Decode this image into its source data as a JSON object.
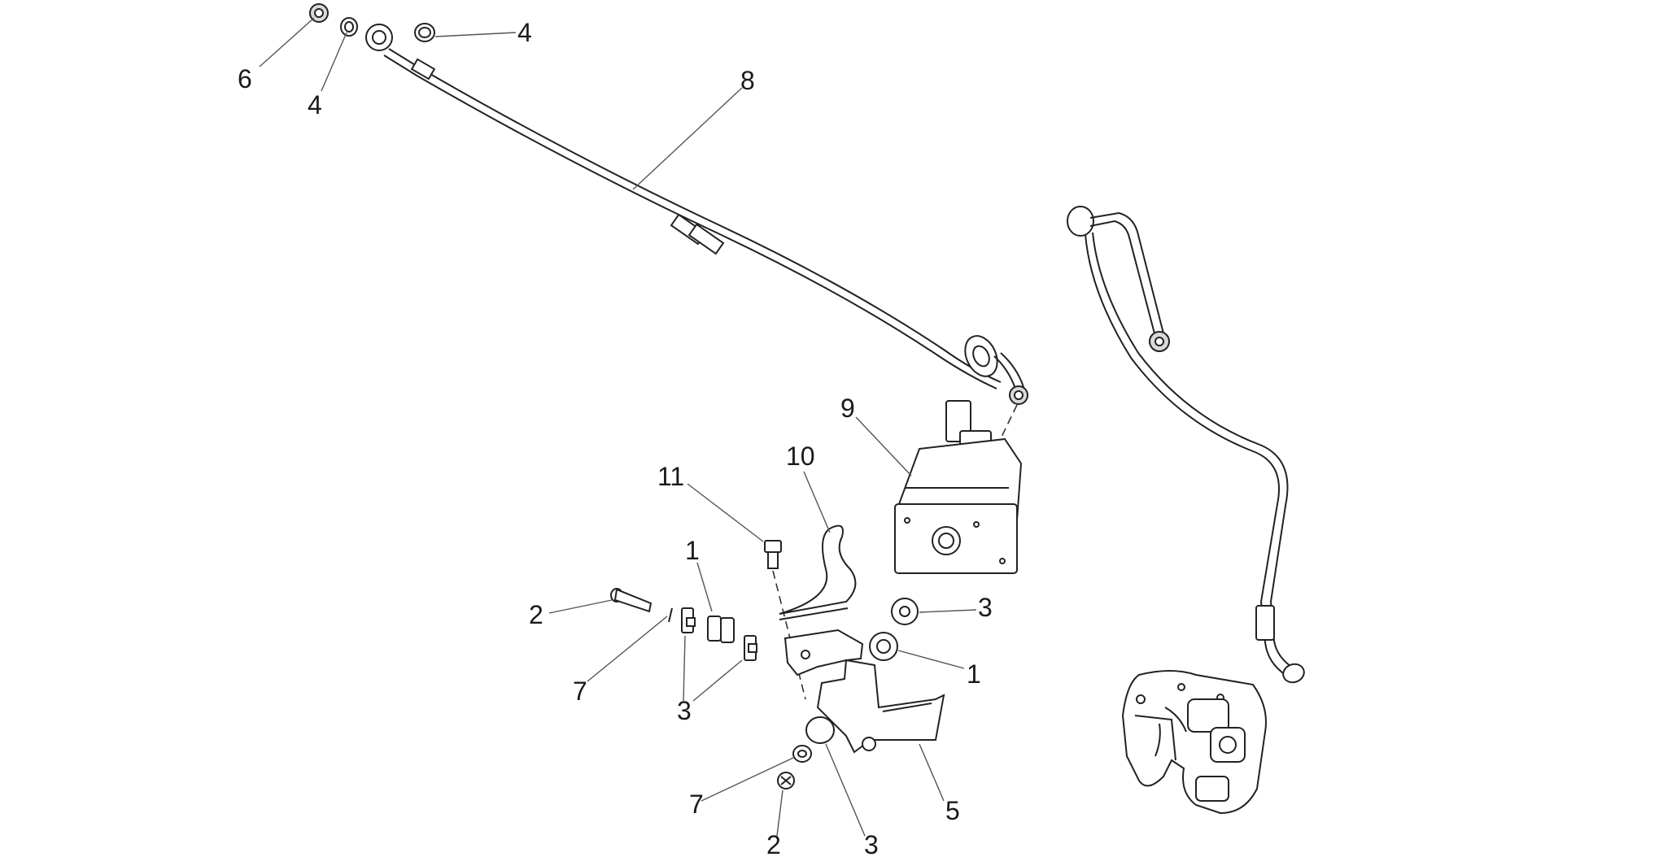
{
  "labels": {
    "l6": "6",
    "l4a": "4",
    "l4b": "4",
    "l8": "8",
    "l9": "9",
    "l10": "10",
    "l11": "11",
    "l1a": "1",
    "l2a": "2",
    "l7a": "7",
    "l3a": "3",
    "l3b": "3",
    "l1b": "1",
    "l5": "5",
    "l7b": "7",
    "l2b": "2",
    "l3c": "3"
  }
}
